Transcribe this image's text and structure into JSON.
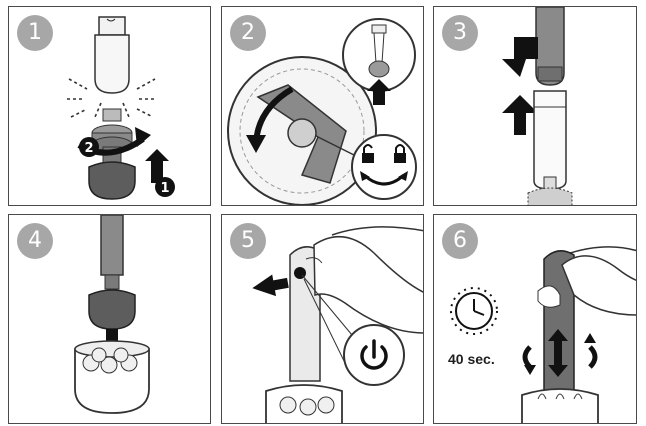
{
  "steps": [
    {
      "number": "1"
    },
    {
      "number": "2"
    },
    {
      "number": "3"
    },
    {
      "number": "4"
    },
    {
      "number": "5"
    },
    {
      "number": "6",
      "timer_text": "40 sec."
    }
  ],
  "step1": {
    "sub_step_a": "1",
    "sub_step_b": "2"
  },
  "colors": {
    "badge": "#a7a7a7",
    "frame": "#4a4a4a",
    "device": "#8a8a8a",
    "dark": "#111111"
  },
  "icons": [
    "power-icon",
    "unlock-icon",
    "lock-icon",
    "timer-icon",
    "arrow-icon"
  ]
}
